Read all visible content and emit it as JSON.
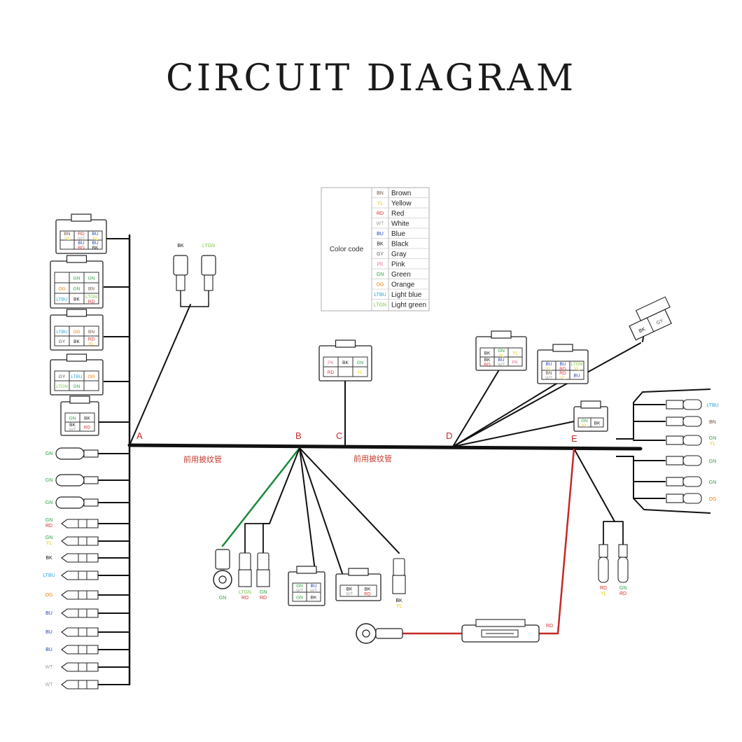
{
  "title": "CIRCUIT DIAGRAM",
  "colors": {
    "BN": "#6d4c41",
    "YL": "#e6c800",
    "RD": "#d32f2f",
    "WT": "#9e9e9e",
    "BU": "#1e3fb4",
    "BK": "#111111",
    "GY": "#555555",
    "PK": "#e57399",
    "GN": "#2e9e44",
    "OG": "#ef7d00",
    "LTBU": "#2aa0d8",
    "LTGN": "#7cc242",
    "wire_main": "#111111",
    "wire_green": "#1b8a3e",
    "wire_red": "#c62828",
    "point_label": "#c62828"
  },
  "legend": {
    "title": "Color code",
    "entries": [
      {
        "code": "BN",
        "name": "Brown"
      },
      {
        "code": "YL",
        "name": "Yellow"
      },
      {
        "code": "RD",
        "name": "Red"
      },
      {
        "code": "WT",
        "name": "White"
      },
      {
        "code": "BU",
        "name": "Blue"
      },
      {
        "code": "BK",
        "name": "Black"
      },
      {
        "code": "GY",
        "name": "Gray"
      },
      {
        "code": "PK",
        "name": "Pink"
      },
      {
        "code": "GN",
        "name": "Green"
      },
      {
        "code": "OG",
        "name": "Orange"
      },
      {
        "code": "LTBU",
        "name": "Light blue"
      },
      {
        "code": "LTGN",
        "name": "Light green"
      }
    ]
  },
  "points": [
    "A",
    "B",
    "C",
    "D",
    "E"
  ],
  "harness_notes": [
    "前用披纹管",
    "前用披纹管"
  ],
  "left_connectors": [
    {
      "name": "connector-1",
      "pins": [
        [
          "BN",
          "YL"
        ],
        [
          "RD",
          "WT"
        ],
        [
          "BU",
          "YL"
        ],
        [
          ""
        ],
        [
          "BU",
          "RD"
        ],
        [
          "BU",
          "BK"
        ]
      ]
    },
    {
      "name": "connector-2",
      "pins": [
        [
          ""
        ],
        [
          "GN"
        ],
        [
          "GN"
        ],
        [
          "OG"
        ],
        [
          "GN"
        ],
        [
          "BN"
        ],
        [
          "LTBU"
        ],
        [
          "BK"
        ],
        [
          "LTGN",
          "RD"
        ]
      ]
    },
    {
      "name": "connector-3",
      "pins": [
        [
          "LTBU"
        ],
        [
          "OG"
        ],
        [
          "BN"
        ],
        [
          "GY"
        ],
        [
          "BK"
        ],
        [
          "RD",
          "YL"
        ]
      ]
    },
    {
      "name": "connector-4",
      "pins": [
        [
          "GY"
        ],
        [
          "LTBU"
        ],
        [
          "OG"
        ],
        [
          "LTGN"
        ],
        [
          "GN"
        ],
        [
          ""
        ]
      ]
    },
    {
      "name": "connector-5",
      "pins": [
        [
          "GN"
        ],
        [
          "BK"
        ],
        [
          "BK",
          "WT"
        ],
        [
          "RD"
        ]
      ]
    }
  ],
  "left_terminals": [
    [
      "GN"
    ],
    [
      "GN"
    ],
    [
      "GN"
    ],
    [
      "GN",
      "RD"
    ],
    [
      "GN",
      "YL"
    ],
    [
      "BK"
    ],
    [
      "LTBU"
    ],
    [
      "OG"
    ],
    [
      "BU"
    ],
    [
      "BU"
    ],
    [
      "BU"
    ],
    [
      "WT"
    ],
    [
      "WT"
    ]
  ],
  "top_spades": [
    [
      "BK"
    ],
    [
      "LTGN"
    ]
  ],
  "connector_c": {
    "pins": [
      [
        "PK"
      ],
      [
        "BK"
      ],
      [
        "GN"
      ],
      [
        "RD"
      ],
      [
        ""
      ],
      [
        "YL"
      ]
    ]
  },
  "connectors_d": [
    {
      "pins": [
        [
          "BK"
        ],
        [
          "GN",
          "YL"
        ],
        [
          "YL"
        ],
        [
          "BK",
          "RD"
        ],
        [
          "BU",
          "WT"
        ],
        [
          "PK"
        ]
      ]
    },
    {
      "pins": [
        [
          "BU",
          "YL"
        ],
        [
          "BU",
          "RD"
        ],
        [
          "LTGN",
          "YL"
        ],
        [
          "BN",
          "WT"
        ],
        [
          "RD",
          "YL"
        ],
        [
          "BU"
        ]
      ]
    },
    {
      "pins": [
        [
          "GN",
          "YL"
        ],
        [
          "BK"
        ]
      ]
    },
    {
      "pins": [
        [
          "BK"
        ],
        [
          "GY"
        ]
      ]
    }
  ],
  "right_terminals": [
    [
      "LTBU"
    ],
    [
      "BN"
    ],
    [
      "GN",
      "YL"
    ],
    [
      "GN"
    ],
    [
      "GN"
    ],
    [
      "OG"
    ]
  ],
  "bottom_b": {
    "ring": [
      "GN"
    ],
    "spade1": [
      "LTGN",
      "RD"
    ],
    "spade2": [
      "GN",
      "RD"
    ],
    "conn1": [
      [
        "GN",
        "WT"
      ],
      [
        "BU",
        "WT"
      ],
      [
        "GN"
      ],
      [
        "BK"
      ]
    ],
    "conn2": [
      [
        "BK",
        "WT"
      ],
      [
        "BK",
        "RD"
      ]
    ],
    "spade3": [
      "BK",
      "YL"
    ]
  },
  "bottom_e": {
    "term1": [
      "RD",
      "YL"
    ],
    "term2": [
      "GN",
      "RD"
    ],
    "wire": [
      "RD"
    ]
  }
}
